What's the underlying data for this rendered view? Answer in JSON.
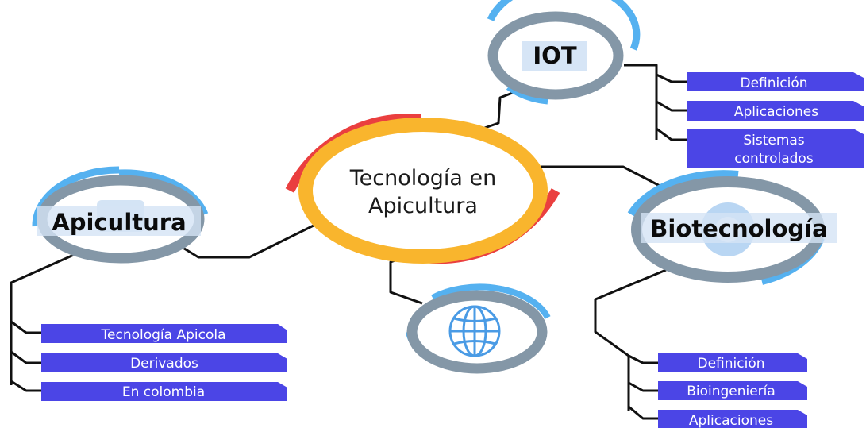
{
  "center": {
    "line1": "Tecnología en",
    "line2": "Apicultura"
  },
  "nodes": {
    "iot": {
      "title": "IOT",
      "items": [
        "Definición",
        "Aplicaciones",
        "Sistemas",
        "controlados"
      ]
    },
    "apicultura": {
      "title": "Apicultura",
      "items": [
        "Tecnología Apicola",
        "Derivados",
        "En colombia"
      ]
    },
    "biotecnologia": {
      "title": "Biotecnología",
      "items": [
        "Definición",
        "Bioingeniería",
        "Aplicaciones"
      ]
    },
    "globe": {
      "icon": "globe-icon"
    }
  },
  "colors": {
    "label_fill": "#4b45e6",
    "ring_gray": "#8497a7",
    "ring_blue": "#55b1f0",
    "center_yellow": "#f9b52d",
    "center_red": "#ea3f3f",
    "connector": "#111111"
  }
}
